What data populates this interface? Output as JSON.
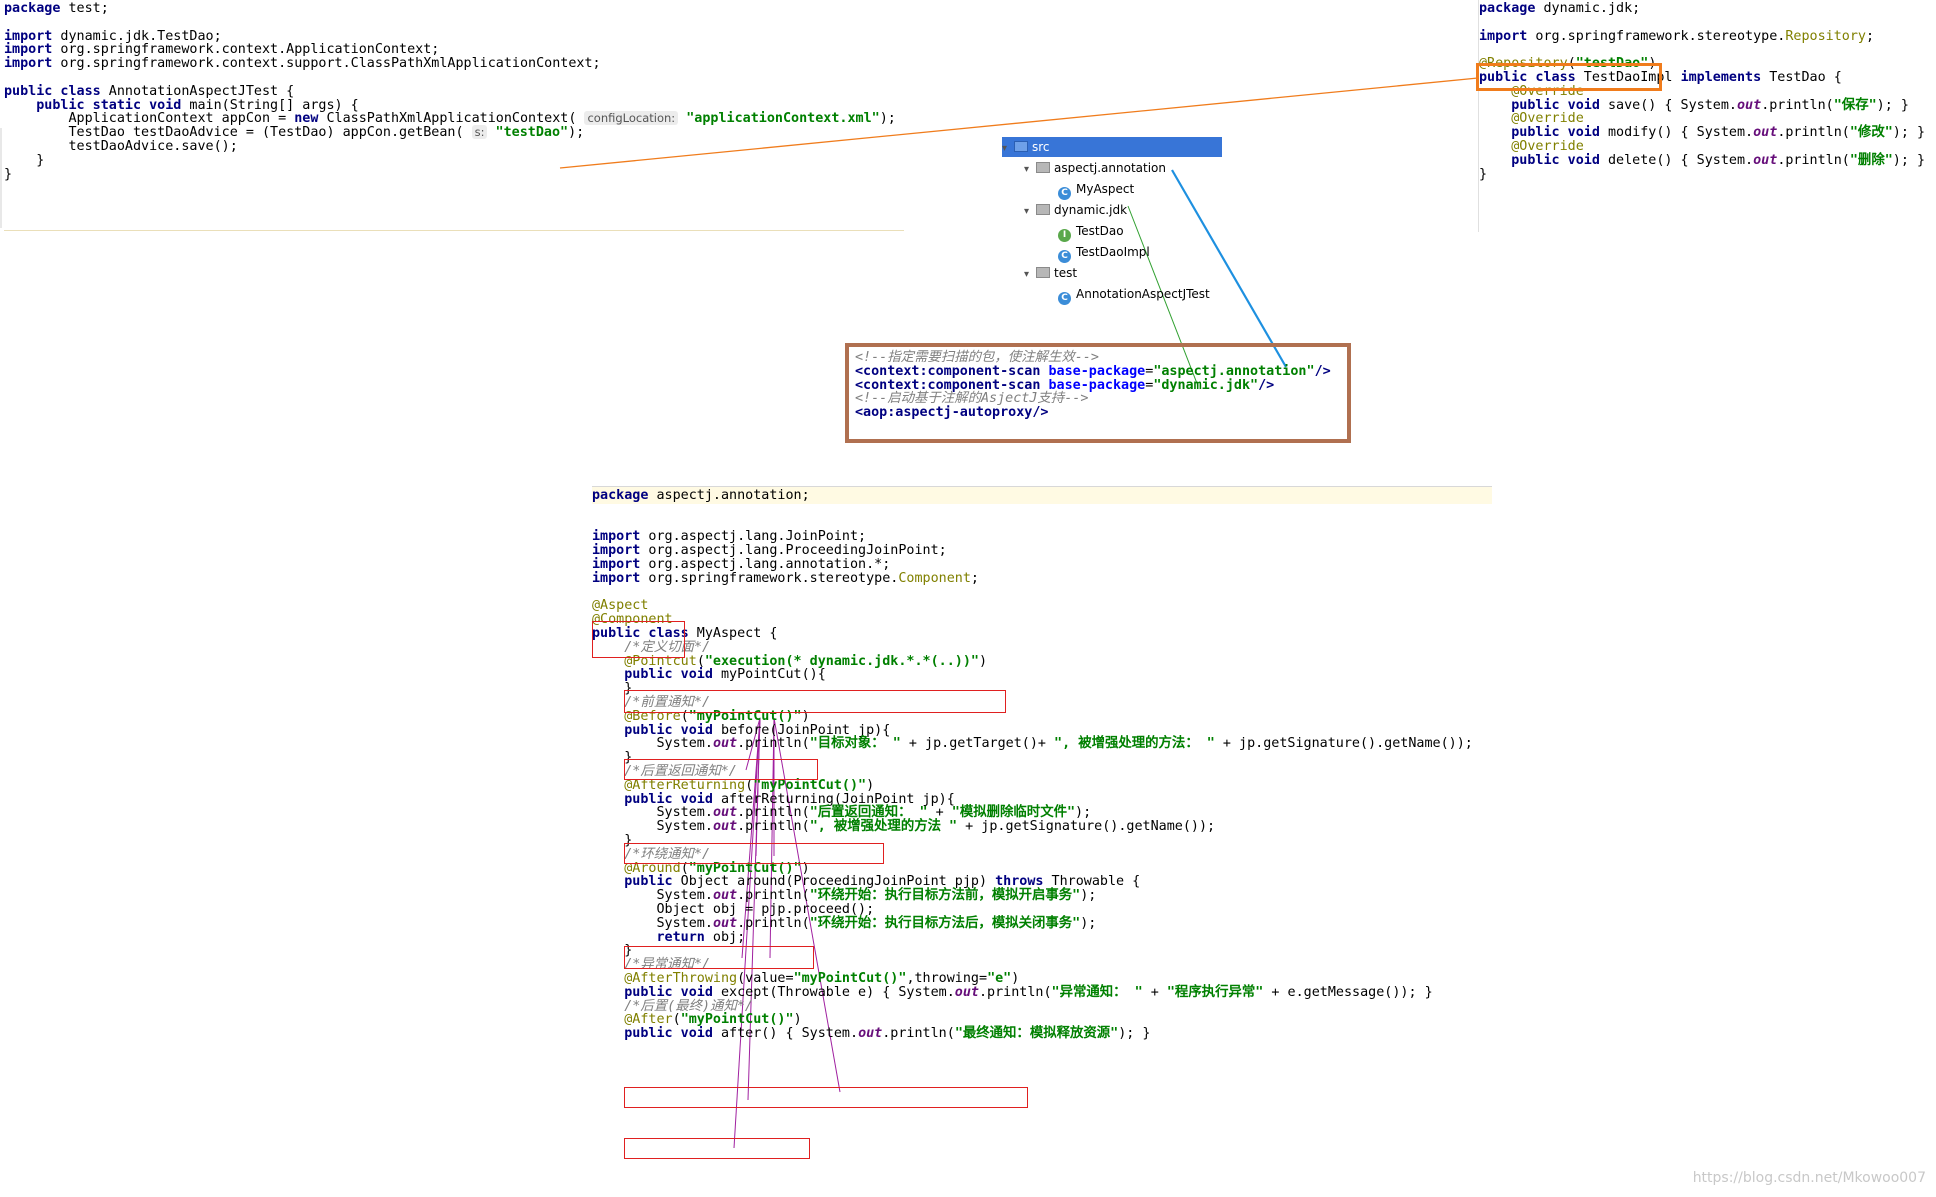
{
  "test_file": {
    "lines": [
      {
        "parts": [
          {
            "t": "package",
            "c": "kw"
          },
          {
            "t": " test;"
          }
        ]
      },
      {
        "parts": []
      },
      {
        "parts": [
          {
            "t": "import",
            "c": "kw"
          },
          {
            "t": " dynamic.jdk.TestDao;"
          }
        ]
      },
      {
        "parts": [
          {
            "t": "import",
            "c": "kw"
          },
          {
            "t": " org.springframework.context.ApplicationContext;"
          }
        ]
      },
      {
        "parts": [
          {
            "t": "import",
            "c": "kw"
          },
          {
            "t": " org.springframework.context.support.ClassPathXmlApplicationContext;"
          }
        ]
      },
      {
        "parts": []
      },
      {
        "parts": [
          {
            "t": "public class",
            "c": "kw"
          },
          {
            "t": " AnnotationAspectJTest {"
          }
        ]
      },
      {
        "parts": [
          {
            "t": "    "
          },
          {
            "t": "public static void",
            "c": "kw"
          },
          {
            "t": " main(String[] args) {"
          }
        ]
      },
      {
        "parts": [
          {
            "t": "        ApplicationContext appCon = "
          },
          {
            "t": "new",
            "c": "kw"
          },
          {
            "t": " ClassPathXmlApplicationContext( "
          },
          {
            "t": "configLocation:",
            "c": "hint"
          },
          {
            "t": " "
          },
          {
            "t": "\"applicationContext.xml\"",
            "c": "str"
          },
          {
            "t": ");"
          }
        ]
      },
      {
        "parts": [
          {
            "t": "        TestDao testDaoAdvice = (TestDao) appCon.getBean( "
          },
          {
            "t": "s:",
            "c": "hint"
          },
          {
            "t": " "
          },
          {
            "t": "\"testDao\"",
            "c": "str"
          },
          {
            "t": ");"
          }
        ]
      },
      {
        "parts": [
          {
            "t": "        testDaoAdvice.save();"
          }
        ]
      },
      {
        "parts": [
          {
            "t": "    }"
          }
        ]
      },
      {
        "parts": [
          {
            "t": "}"
          }
        ]
      }
    ]
  },
  "impl_file": {
    "lines": [
      {
        "parts": [
          {
            "t": "package",
            "c": "kw"
          },
          {
            "t": " dynamic.jdk;"
          }
        ]
      },
      {
        "parts": []
      },
      {
        "parts": [
          {
            "t": "import",
            "c": "kw"
          },
          {
            "t": " org.springframework.stereotype."
          },
          {
            "t": "Repository",
            "c": "ann"
          },
          {
            "t": ";"
          }
        ]
      },
      {
        "parts": []
      },
      {
        "parts": [
          {
            "t": "@Repository",
            "c": "ann"
          },
          {
            "t": "("
          },
          {
            "t": "\"testDao\"",
            "c": "str"
          },
          {
            "t": ")"
          }
        ]
      },
      {
        "parts": [
          {
            "t": "public class",
            "c": "kw"
          },
          {
            "t": " TestDaoImpl "
          },
          {
            "t": "implements",
            "c": "kw"
          },
          {
            "t": " TestDao {"
          }
        ]
      },
      {
        "parts": [
          {
            "t": "    "
          },
          {
            "t": "@Override",
            "c": "ann"
          }
        ]
      },
      {
        "parts": [
          {
            "t": "    "
          },
          {
            "t": "public void",
            "c": "kw"
          },
          {
            "t": " save() { System."
          },
          {
            "t": "out",
            "c": "fld"
          },
          {
            "t": ".println("
          },
          {
            "t": "\"保存\"",
            "c": "str"
          },
          {
            "t": "); }"
          }
        ]
      },
      {
        "parts": [
          {
            "t": "    "
          },
          {
            "t": "@Override",
            "c": "ann"
          }
        ]
      },
      {
        "parts": [
          {
            "t": "    "
          },
          {
            "t": "public void",
            "c": "kw"
          },
          {
            "t": " modify() { System."
          },
          {
            "t": "out",
            "c": "fld"
          },
          {
            "t": ".println("
          },
          {
            "t": "\"修改\"",
            "c": "str"
          },
          {
            "t": "); }"
          }
        ]
      },
      {
        "parts": [
          {
            "t": "    "
          },
          {
            "t": "@Override",
            "c": "ann"
          }
        ]
      },
      {
        "parts": [
          {
            "t": "    "
          },
          {
            "t": "public void",
            "c": "kw"
          },
          {
            "t": " delete() { System."
          },
          {
            "t": "out",
            "c": "fld"
          },
          {
            "t": ".println("
          },
          {
            "t": "\"删除\"",
            "c": "str"
          },
          {
            "t": "); }"
          }
        ]
      },
      {
        "parts": [
          {
            "t": "}"
          }
        ]
      }
    ]
  },
  "project_tree": {
    "items": [
      {
        "label": "src",
        "indent": 0,
        "kind": "folder",
        "expanded": true,
        "selected": true,
        "icon": "folder-icon"
      },
      {
        "label": "aspectj.annotation",
        "indent": 1,
        "kind": "folder",
        "expanded": true,
        "selected": false,
        "icon": "package-icon"
      },
      {
        "label": "MyAspect",
        "indent": 2,
        "kind": "class",
        "letter": "C",
        "selected": false,
        "icon": "class-icon"
      },
      {
        "label": "dynamic.jdk",
        "indent": 1,
        "kind": "folder",
        "expanded": true,
        "selected": false,
        "icon": "package-icon"
      },
      {
        "label": "TestDao",
        "indent": 2,
        "kind": "interface",
        "letter": "I",
        "selected": false,
        "icon": "interface-icon"
      },
      {
        "label": "TestDaoImpl",
        "indent": 2,
        "kind": "class",
        "letter": "C",
        "selected": false,
        "icon": "class-icon"
      },
      {
        "label": "test",
        "indent": 1,
        "kind": "folder",
        "expanded": true,
        "selected": false,
        "icon": "package-icon"
      },
      {
        "label": "AnnotationAspectJTest",
        "indent": 2,
        "kind": "class",
        "letter": "C",
        "selected": false,
        "icon": "runnable-class-icon"
      }
    ]
  },
  "xml_config": {
    "lines": [
      {
        "parts": [
          {
            "t": "<!--指定需要扫描的包，使注解生效-->",
            "c": "cmt"
          }
        ]
      },
      {
        "parts": [
          {
            "t": "<context:component-scan",
            "c": "xmltag"
          },
          {
            "t": " "
          },
          {
            "t": "base-package",
            "c": "xmlattr"
          },
          {
            "t": "="
          },
          {
            "t": "\"aspectj.annotation\"",
            "c": "str"
          },
          {
            "t": "/>",
            "c": "xmltag"
          }
        ]
      },
      {
        "parts": [
          {
            "t": "<context:component-scan",
            "c": "xmltag"
          },
          {
            "t": " "
          },
          {
            "t": "base-package",
            "c": "xmlattr"
          },
          {
            "t": "="
          },
          {
            "t": "\"dynamic.jdk\"",
            "c": "str"
          },
          {
            "t": "/>",
            "c": "xmltag"
          }
        ]
      },
      {
        "parts": [
          {
            "t": "<!--启动基于注解的AsjectJ支持-->",
            "c": "cmt"
          }
        ]
      },
      {
        "parts": [
          {
            "t": "<aop:aspectj-autoproxy",
            "c": "xmltag"
          },
          {
            "t": "/>",
            "c": "xmltag"
          }
        ]
      }
    ]
  },
  "aspect_file": {
    "lines": [
      {
        "parts": [
          {
            "t": "package",
            "c": "kw"
          },
          {
            "t": " aspectj.annotation;"
          }
        ]
      },
      {
        "parts": []
      },
      {
        "parts": []
      },
      {
        "parts": [
          {
            "t": "import",
            "c": "kw"
          },
          {
            "t": " org.aspectj.lang.JoinPoint;"
          }
        ]
      },
      {
        "parts": [
          {
            "t": "import",
            "c": "kw"
          },
          {
            "t": " org.aspectj.lang.ProceedingJoinPoint;"
          }
        ]
      },
      {
        "parts": [
          {
            "t": "import",
            "c": "kw"
          },
          {
            "t": " org.aspectj.lang.annotation.*;"
          }
        ]
      },
      {
        "parts": [
          {
            "t": "import",
            "c": "kw"
          },
          {
            "t": " org.springframework.stereotype."
          },
          {
            "t": "Component",
            "c": "ann"
          },
          {
            "t": ";"
          }
        ]
      },
      {
        "parts": []
      },
      {
        "parts": [
          {
            "t": "@Aspect",
            "c": "ann"
          }
        ]
      },
      {
        "parts": [
          {
            "t": "@Component",
            "c": "ann"
          }
        ]
      },
      {
        "parts": [
          {
            "t": "public class",
            "c": "kw"
          },
          {
            "t": " MyAspect {"
          }
        ]
      },
      {
        "parts": [
          {
            "t": "    "
          },
          {
            "t": "/*定义切面*/",
            "c": "cmt"
          }
        ]
      },
      {
        "parts": [
          {
            "t": "    "
          },
          {
            "t": "@Pointcut",
            "c": "ann"
          },
          {
            "t": "("
          },
          {
            "t": "\"execution(* dynamic.jdk.*.*(..))\"",
            "c": "str"
          },
          {
            "t": ")"
          }
        ]
      },
      {
        "parts": [
          {
            "t": "    "
          },
          {
            "t": "public void",
            "c": "kw"
          },
          {
            "t": " myPointCut(){"
          }
        ]
      },
      {
        "parts": [
          {
            "t": "    }"
          }
        ]
      },
      {
        "parts": [
          {
            "t": "    "
          },
          {
            "t": "/*前置通知*/",
            "c": "cmt"
          }
        ]
      },
      {
        "parts": [
          {
            "t": "    "
          },
          {
            "t": "@Before",
            "c": "ann"
          },
          {
            "t": "("
          },
          {
            "t": "\"myPointCut()\"",
            "c": "str"
          },
          {
            "t": ")"
          }
        ]
      },
      {
        "parts": [
          {
            "t": "    "
          },
          {
            "t": "public void",
            "c": "kw"
          },
          {
            "t": " before(JoinPoint jp){"
          }
        ]
      },
      {
        "parts": [
          {
            "t": "        System."
          },
          {
            "t": "out",
            "c": "fld"
          },
          {
            "t": ".println("
          },
          {
            "t": "\"目标对象： \"",
            "c": "str"
          },
          {
            "t": " + jp.getTarget()+ "
          },
          {
            "t": "\", 被增强处理的方法： \"",
            "c": "str"
          },
          {
            "t": " + jp.getSignature().getName());"
          }
        ]
      },
      {
        "parts": [
          {
            "t": "    }"
          }
        ]
      },
      {
        "parts": [
          {
            "t": "    "
          },
          {
            "t": "/*后置返回通知*/",
            "c": "cmt"
          }
        ]
      },
      {
        "parts": [
          {
            "t": "    "
          },
          {
            "t": "@AfterReturning",
            "c": "ann"
          },
          {
            "t": "("
          },
          {
            "t": "\"myPointCut()\"",
            "c": "str"
          },
          {
            "t": ")"
          }
        ]
      },
      {
        "parts": [
          {
            "t": "    "
          },
          {
            "t": "public void",
            "c": "kw"
          },
          {
            "t": " afterReturning(JoinPoint jp){"
          }
        ]
      },
      {
        "parts": [
          {
            "t": "        System."
          },
          {
            "t": "out",
            "c": "fld"
          },
          {
            "t": ".println("
          },
          {
            "t": "\"后置返回通知： \"",
            "c": "str"
          },
          {
            "t": " + "
          },
          {
            "t": "\"模拟删除临时文件\"",
            "c": "str"
          },
          {
            "t": ");"
          }
        ]
      },
      {
        "parts": [
          {
            "t": "        System."
          },
          {
            "t": "out",
            "c": "fld"
          },
          {
            "t": ".println("
          },
          {
            "t": "\", 被增强处理的方法 \"",
            "c": "str"
          },
          {
            "t": " + jp.getSignature().getName());"
          }
        ]
      },
      {
        "parts": [
          {
            "t": "    }"
          }
        ]
      },
      {
        "parts": [
          {
            "t": "    "
          },
          {
            "t": "/*环绕通知*/",
            "c": "cmt"
          }
        ]
      },
      {
        "parts": [
          {
            "t": "    "
          },
          {
            "t": "@Around",
            "c": "ann"
          },
          {
            "t": "("
          },
          {
            "t": "\"myPointCut()\"",
            "c": "str"
          },
          {
            "t": ")"
          }
        ]
      },
      {
        "parts": [
          {
            "t": "    "
          },
          {
            "t": "public",
            "c": "kw"
          },
          {
            "t": " Object around(ProceedingJoinPoint pjp) "
          },
          {
            "t": "throws",
            "c": "kw"
          },
          {
            "t": " Throwable {"
          }
        ]
      },
      {
        "parts": [
          {
            "t": "        System."
          },
          {
            "t": "out",
            "c": "fld"
          },
          {
            "t": ".println("
          },
          {
            "t": "\"环绕开始：执行目标方法前，模拟开启事务\"",
            "c": "str"
          },
          {
            "t": ");"
          }
        ]
      },
      {
        "parts": [
          {
            "t": "        Object obj = pjp.proceed();"
          }
        ]
      },
      {
        "parts": [
          {
            "t": "        System."
          },
          {
            "t": "out",
            "c": "fld"
          },
          {
            "t": ".println("
          },
          {
            "t": "\"环绕开始：执行目标方法后，模拟关闭事务\"",
            "c": "str"
          },
          {
            "t": ");"
          }
        ]
      },
      {
        "parts": [
          {
            "t": "        "
          },
          {
            "t": "return",
            "c": "kw"
          },
          {
            "t": " obj;"
          }
        ]
      },
      {
        "parts": [
          {
            "t": "    }"
          }
        ]
      },
      {
        "parts": [
          {
            "t": "    "
          },
          {
            "t": "/*异常通知*/",
            "c": "cmt"
          }
        ]
      },
      {
        "parts": [
          {
            "t": "    "
          },
          {
            "t": "@AfterThrowing",
            "c": "ann"
          },
          {
            "t": "(value="
          },
          {
            "t": "\"myPointCut()\"",
            "c": "str"
          },
          {
            "t": ",throwing="
          },
          {
            "t": "\"e\"",
            "c": "str"
          },
          {
            "t": ")"
          }
        ]
      },
      {
        "parts": [
          {
            "t": "    "
          },
          {
            "t": "public void",
            "c": "kw"
          },
          {
            "t": " except(Throwable e) { System."
          },
          {
            "t": "out",
            "c": "fld"
          },
          {
            "t": ".println("
          },
          {
            "t": "\"异常通知： \"",
            "c": "str"
          },
          {
            "t": " + "
          },
          {
            "t": "\"程序执行异常\"",
            "c": "str"
          },
          {
            "t": " + e.getMessage()); }"
          }
        ]
      },
      {
        "parts": [
          {
            "t": "    "
          },
          {
            "t": "/*后置(最终)通知*/",
            "c": "cmt"
          }
        ]
      },
      {
        "parts": [
          {
            "t": "    "
          },
          {
            "t": "@After",
            "c": "ann"
          },
          {
            "t": "("
          },
          {
            "t": "\"myPointCut()\"",
            "c": "str"
          },
          {
            "t": ")"
          }
        ]
      },
      {
        "parts": [
          {
            "t": "    "
          },
          {
            "t": "public void",
            "c": "kw"
          },
          {
            "t": " after() { System."
          },
          {
            "t": "out",
            "c": "fld"
          },
          {
            "t": ".println("
          },
          {
            "t": "\"最终通知：模拟释放资源\"",
            "c": "str"
          },
          {
            "t": "); }"
          }
        ]
      }
    ]
  },
  "watermark": "https://blog.csdn.net/Mkowoo007",
  "colors": {
    "orange_box": "#f07c1c",
    "brown_box": "#b07050",
    "red_box": "#e02020",
    "blue_arrow": "#1e90e0",
    "green_arrow": "#30a030",
    "purple_arrow": "#a020a0",
    "orange_line": "#f07c1c"
  }
}
